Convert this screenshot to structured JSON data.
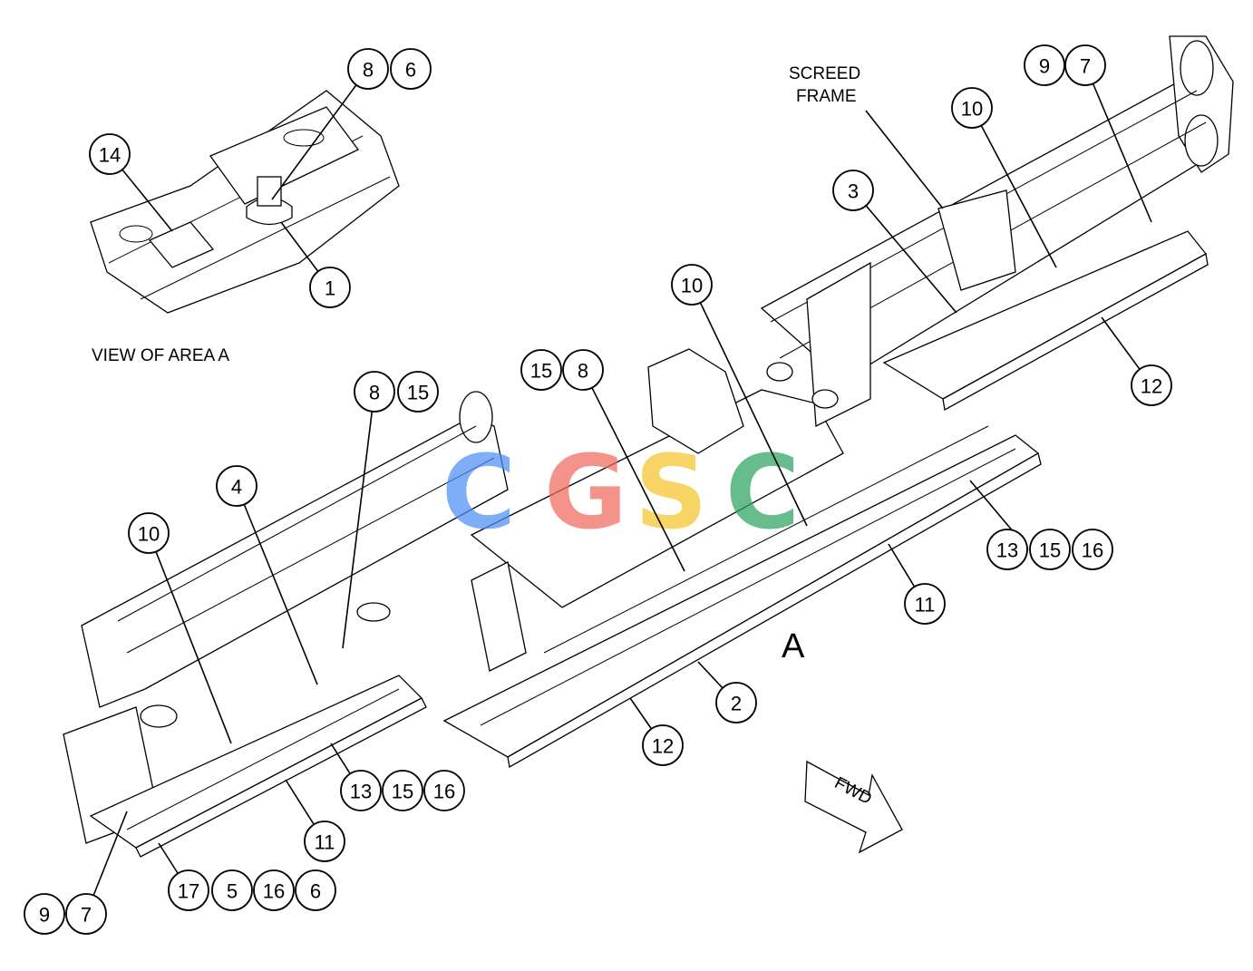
{
  "labels": {
    "view_of_area": "VIEW OF AREA A",
    "screed_line1": "SCREED",
    "screed_line2": "FRAME",
    "area_marker": "A",
    "fwd": "FWD"
  },
  "watermark": {
    "letters": [
      "C",
      "G",
      "S",
      "C"
    ],
    "colors": [
      "#4f8ff7",
      "#f06a5c",
      "#f6c32b",
      "#2ea361"
    ]
  },
  "callouts": [
    "8",
    "6",
    "14",
    "1",
    "9",
    "7",
    "10",
    "3",
    "12",
    "10",
    "15",
    "8",
    "8",
    "15",
    "4",
    "10",
    "13",
    "15",
    "16",
    "11",
    "12",
    "2",
    "13",
    "15",
    "16",
    "11",
    "17",
    "5",
    "16",
    "6",
    "9",
    "7"
  ]
}
